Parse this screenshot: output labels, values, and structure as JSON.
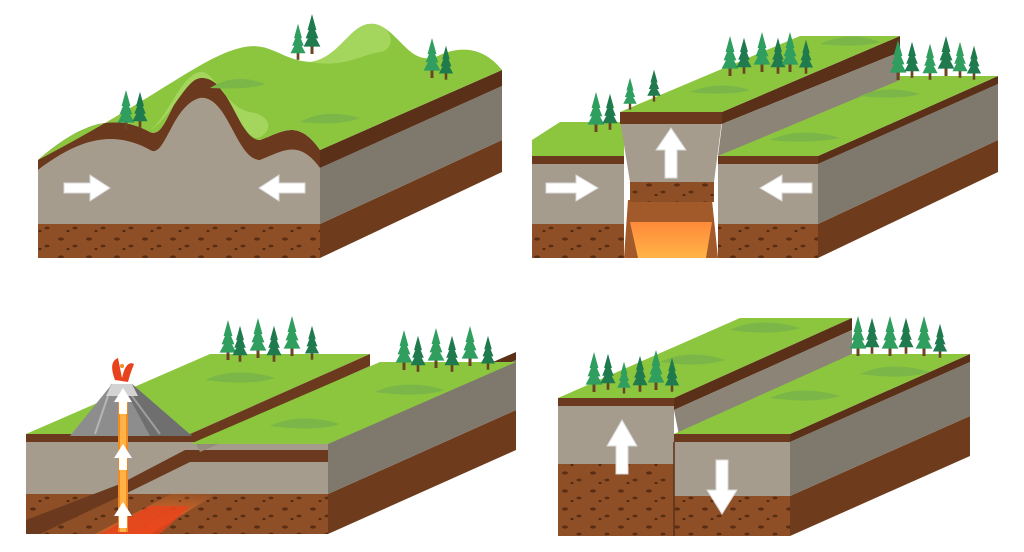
{
  "colors": {
    "background": "#ffffff",
    "grass_top": "#8cc63f",
    "grass_light": "#a4d65e",
    "hill": "#7ab648",
    "topsoil": "#6b3a1e",
    "rock_front": "#a59c8d",
    "rock_side": "#7f786d",
    "rock_inner": "#958c7e",
    "soil_front": "#8e4f26",
    "soil_side": "#6e3b1c",
    "soil_dots": "#5a2e14",
    "magma": "#f08a24",
    "magma_hot": "#e8421c",
    "volcano": "#8d8d8d",
    "tree_dark": "#1f7a4d",
    "tree_light": "#2f9e5f",
    "trunk": "#6b4423",
    "arrow": "#ffffff",
    "arrow_stroke": "#d9d9d9"
  },
  "panels": [
    {
      "name": "folding",
      "arrows": [
        "right",
        "left"
      ]
    },
    {
      "name": "reverse-fault-uplift",
      "arrows": [
        "right",
        "up",
        "left"
      ]
    },
    {
      "name": "subduction-volcano",
      "arrows": [
        "up",
        "up",
        "up"
      ]
    },
    {
      "name": "normal-fault-offset",
      "arrows": [
        "up",
        "down"
      ]
    }
  ],
  "icons": [
    "arrow-right-icon",
    "arrow-left-icon",
    "arrow-up-icon",
    "arrow-down-icon",
    "tree-icon",
    "volcano-icon"
  ]
}
